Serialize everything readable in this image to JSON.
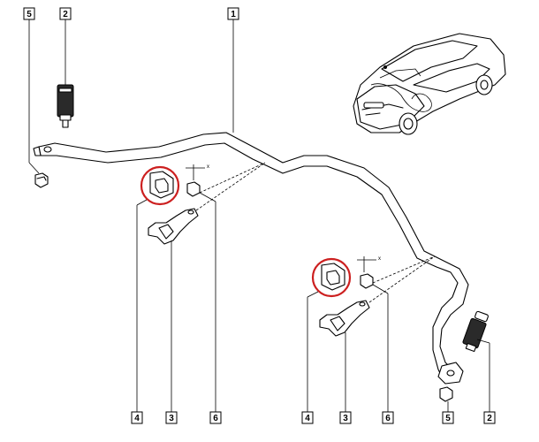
{
  "diagram": {
    "callouts": [
      {
        "id": "c1",
        "label": "1"
      },
      {
        "id": "c2-top",
        "label": "2"
      },
      {
        "id": "c5-top",
        "label": "5"
      },
      {
        "id": "c4-left",
        "label": "4"
      },
      {
        "id": "c3-left",
        "label": "3"
      },
      {
        "id": "c6-left",
        "label": "6"
      },
      {
        "id": "c4-right",
        "label": "4"
      },
      {
        "id": "c3-right",
        "label": "3"
      },
      {
        "id": "c6-right",
        "label": "6"
      },
      {
        "id": "c5-bottom",
        "label": "5"
      },
      {
        "id": "c2-bottom",
        "label": "2"
      }
    ],
    "axis_labels": {
      "x_left": "x",
      "x_right": "x"
    },
    "highlight_color": "#cc1f1f"
  }
}
